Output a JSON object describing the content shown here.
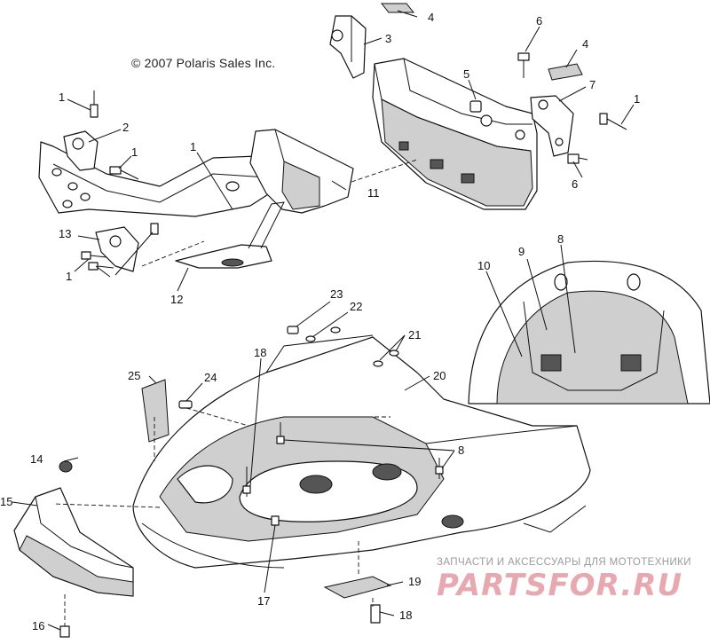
{
  "copyright": "© 2007 Polaris Sales Inc.",
  "watermark": {
    "subtitle": "ЗАПЧАСТИ И АКСЕССУАРЫ ДЛЯ МОТОТЕХНИКИ",
    "logo": "PARTSFOR.RU"
  },
  "callouts": [
    {
      "id": "c4a",
      "label": "4"
    },
    {
      "id": "c3",
      "label": "3"
    },
    {
      "id": "c6a",
      "label": "6"
    },
    {
      "id": "c4b",
      "label": "4"
    },
    {
      "id": "c5",
      "label": "5"
    },
    {
      "id": "c7",
      "label": "7"
    },
    {
      "id": "c1a",
      "label": "1"
    },
    {
      "id": "c2",
      "label": "2"
    },
    {
      "id": "c1b",
      "label": "1"
    },
    {
      "id": "c1c",
      "label": "1"
    },
    {
      "id": "c11",
      "label": "11"
    },
    {
      "id": "c1d",
      "label": "1"
    },
    {
      "id": "c6b",
      "label": "6"
    },
    {
      "id": "c13",
      "label": "13"
    },
    {
      "id": "c1e",
      "label": "1"
    },
    {
      "id": "c12",
      "label": "12"
    },
    {
      "id": "c10",
      "label": "10"
    },
    {
      "id": "c9",
      "label": "9"
    },
    {
      "id": "c8a",
      "label": "8"
    },
    {
      "id": "c23",
      "label": "23"
    },
    {
      "id": "c22",
      "label": "22"
    },
    {
      "id": "c21",
      "label": "21"
    },
    {
      "id": "c18a",
      "label": "18"
    },
    {
      "id": "c25",
      "label": "25"
    },
    {
      "id": "c24",
      "label": "24"
    },
    {
      "id": "c20",
      "label": "20"
    },
    {
      "id": "c8b",
      "label": "8"
    },
    {
      "id": "c14",
      "label": "14"
    },
    {
      "id": "c15",
      "label": "15"
    },
    {
      "id": "c19",
      "label": "19"
    },
    {
      "id": "c18b",
      "label": "18"
    },
    {
      "id": "c17",
      "label": "17"
    },
    {
      "id": "c16",
      "label": "16"
    }
  ]
}
